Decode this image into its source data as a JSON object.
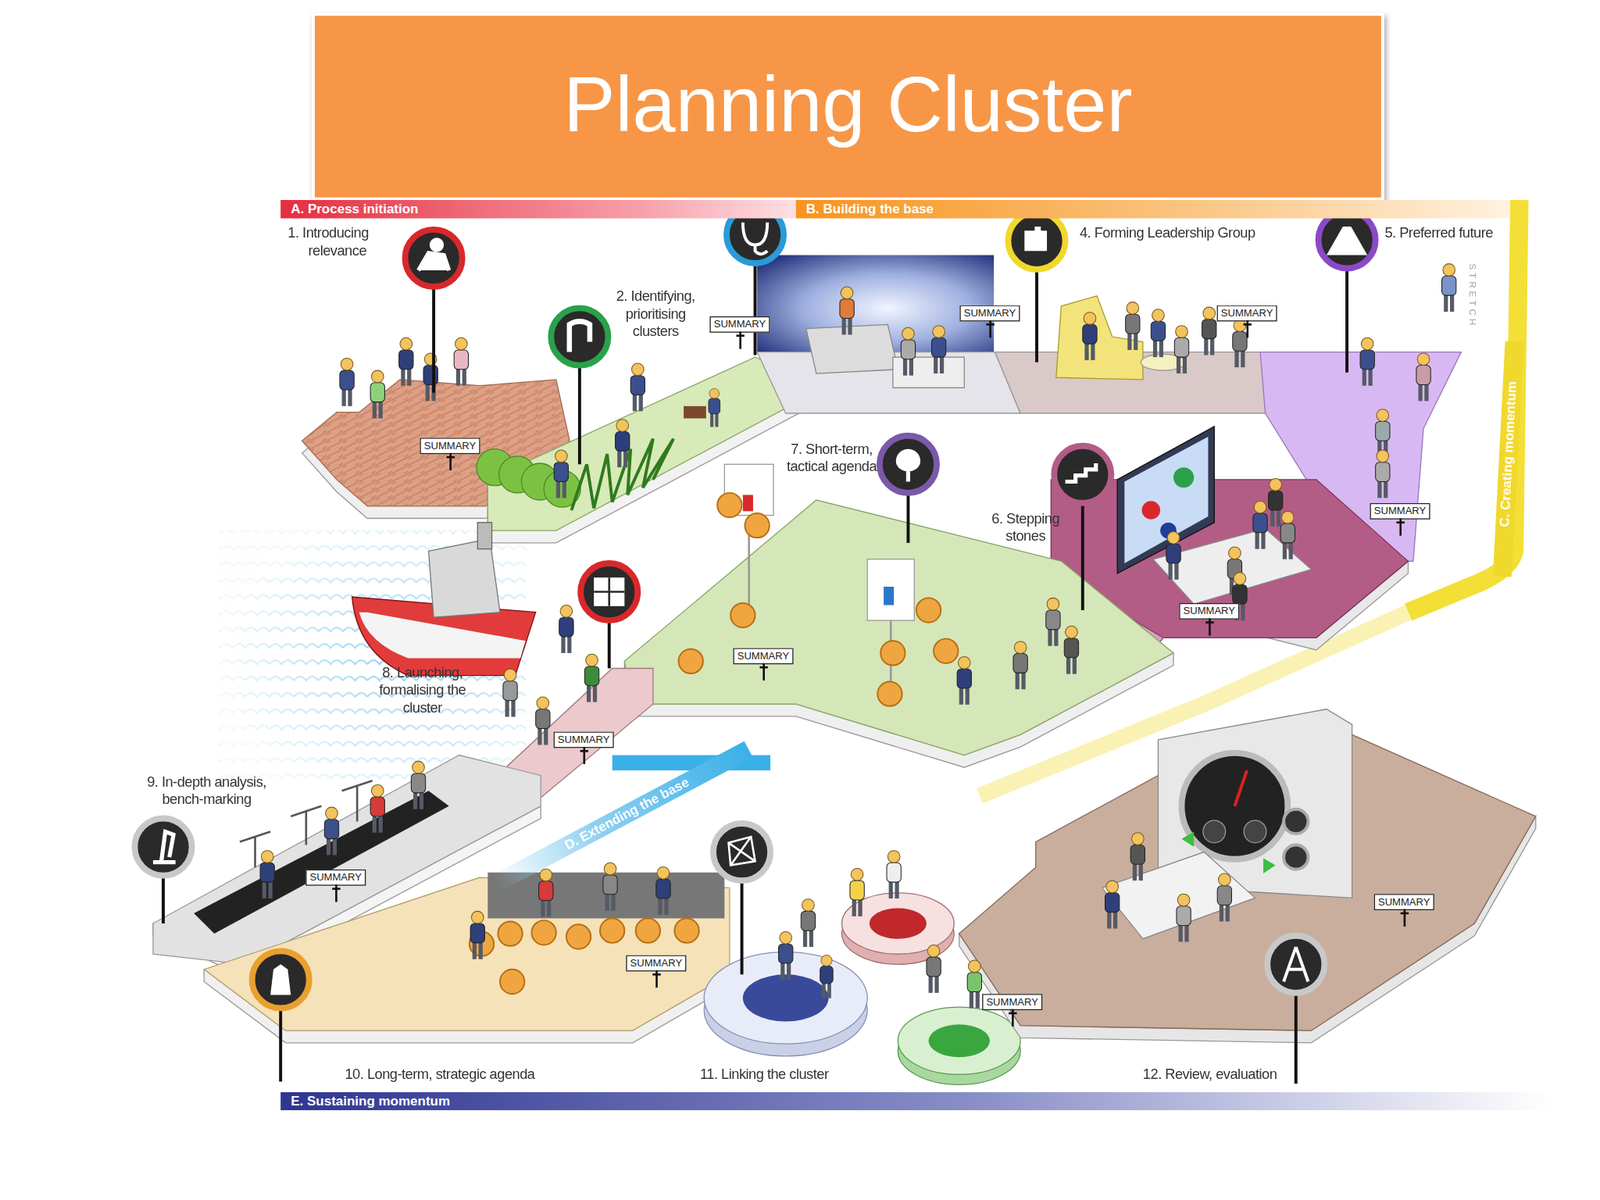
{
  "diagram": {
    "title": "Planning Cluster",
    "nodes": [
      {
        "text": [
          "A. Process initiation"
        ]
      },
      {
        "text": [
          "B. Building the base"
        ]
      },
      {
        "text": [
          "C. Creating momentum"
        ]
      },
      {
        "text": [
          "D. Extending the base"
        ]
      },
      {
        "text": [
          "E. Sustaining momentum"
        ]
      },
      {
        "text": [
          "SUMMARY"
        ]
      },
      {
        "text": [
          "SUMMARY"
        ]
      },
      {
        "text": [
          "SUMMARY"
        ]
      },
      {
        "text": [
          "SUMMARY"
        ]
      },
      {
        "text": [
          "SUMMARY"
        ]
      },
      {
        "text": [
          "SUMMARY"
        ]
      },
      {
        "text": [
          "SUMMARY"
        ]
      },
      {
        "text": [
          "SUMMARY"
        ]
      },
      {
        "text": [
          "SUMMARY"
        ]
      },
      {
        "text": [
          "SUMMARY"
        ]
      },
      {
        "text": [
          "SUMMARY"
        ]
      },
      {
        "text": [
          "SUMMARY"
        ]
      }
    ],
    "labels": [
      "1. Introducing relevance",
      "2. Identifying, prioritising clusters",
      "4. Forming Leadership Group",
      "5. Preferred future",
      "STRETCH",
      "7. Short-term, tactical agenda",
      "6. Stepping stones",
      "8. Launching, formalising the cluster",
      "9. In-depth analysis, bench-marking",
      "10. Long-term, strategic agenda",
      "11. Linking the cluster",
      "12. Review, evaluation"
    ]
  }
}
